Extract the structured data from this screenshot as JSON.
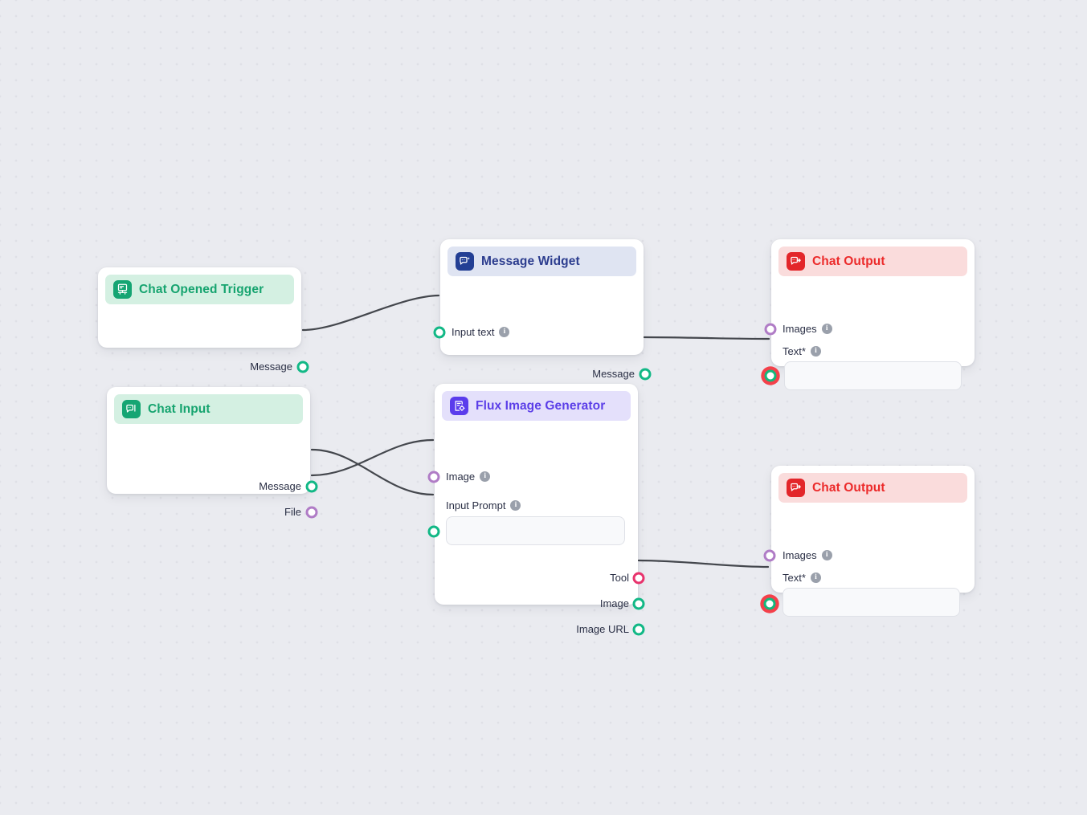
{
  "canvas": {
    "background_color": "#eaebf0",
    "dot_color": "#dfe0e6"
  },
  "palette": {
    "green": "#12b886",
    "purple": "#b07cc6",
    "pink": "#e8336d",
    "red": "#f4404a",
    "edge": "#44474d"
  },
  "nodes": [
    {
      "id": "chat-opened-trigger",
      "title": "Chat Opened Trigger",
      "icon": "chat-opened-trigger-icon",
      "theme": "green",
      "outputs": [
        {
          "label": "Message",
          "color": "green"
        }
      ]
    },
    {
      "id": "message-widget",
      "title": "Message Widget",
      "icon": "message-widget-icon",
      "theme": "navy",
      "inputs": [
        {
          "label": "Input text",
          "color": "green",
          "info": true
        }
      ],
      "outputs": [
        {
          "label": "Message",
          "color": "green"
        }
      ]
    },
    {
      "id": "chat-output-top",
      "title": "Chat Output",
      "icon": "chat-output-icon",
      "theme": "red",
      "inputs": [
        {
          "label": "Images",
          "color": "purple",
          "info": true
        },
        {
          "label": "Text*",
          "color": "required",
          "info": true,
          "field_value": "",
          "field_placeholder": ""
        }
      ]
    },
    {
      "id": "chat-input",
      "title": "Chat Input",
      "icon": "chat-input-icon",
      "theme": "green",
      "outputs": [
        {
          "label": "Message",
          "color": "green"
        },
        {
          "label": "File",
          "color": "purple"
        }
      ]
    },
    {
      "id": "flux-image-generator",
      "title": "Flux Image Generator",
      "icon": "flux-image-generator-icon",
      "theme": "violet",
      "inputs": [
        {
          "label": "Image",
          "color": "purple",
          "info": true
        },
        {
          "label": "Input Prompt",
          "color": "green",
          "info": true,
          "field_value": "",
          "field_placeholder": ""
        }
      ],
      "outputs": [
        {
          "label": "Tool",
          "color": "pink"
        },
        {
          "label": "Image",
          "color": "green"
        },
        {
          "label": "Image URL",
          "color": "green"
        }
      ]
    },
    {
      "id": "chat-output-bottom",
      "title": "Chat Output",
      "icon": "chat-output-icon",
      "theme": "red",
      "inputs": [
        {
          "label": "Images",
          "color": "purple",
          "info": true
        },
        {
          "label": "Text*",
          "color": "required",
          "info": true,
          "field_value": "",
          "field_placeholder": ""
        }
      ]
    }
  ],
  "edges": [
    {
      "id": "trigger-to-widget",
      "from": "chat-opened-trigger.Message",
      "to": "message-widget.Input text"
    },
    {
      "id": "widget-to-output",
      "from": "message-widget.Message",
      "to": "chat-output-top.Text*"
    },
    {
      "id": "chatinput-msg-to-flux",
      "from": "chat-input.Message",
      "to": "flux-image-generator.Input Prompt"
    },
    {
      "id": "chatinput-file-to-flux",
      "from": "chat-input.File",
      "to": "flux-image-generator.Image"
    },
    {
      "id": "flux-to-output",
      "from": "flux-image-generator.Image",
      "to": "chat-output-bottom.Text*"
    }
  ],
  "labels": {
    "info_glyph": "i"
  }
}
